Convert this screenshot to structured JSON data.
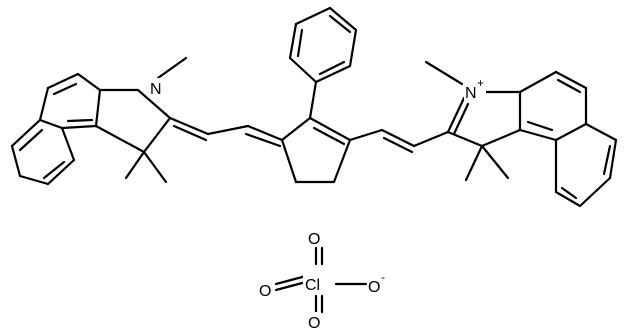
{
  "molecule": {
    "left_indole": {
      "nitrogen": "N"
    },
    "right_indolium": {
      "nitrogen": "N",
      "charge": "+"
    }
  },
  "counterion": {
    "chlorine": "Cl",
    "oxygens": [
      "O",
      "O",
      "O",
      "O"
    ],
    "charge": "-"
  },
  "colors": {
    "bond": "#000000",
    "background": "#ffffff"
  }
}
